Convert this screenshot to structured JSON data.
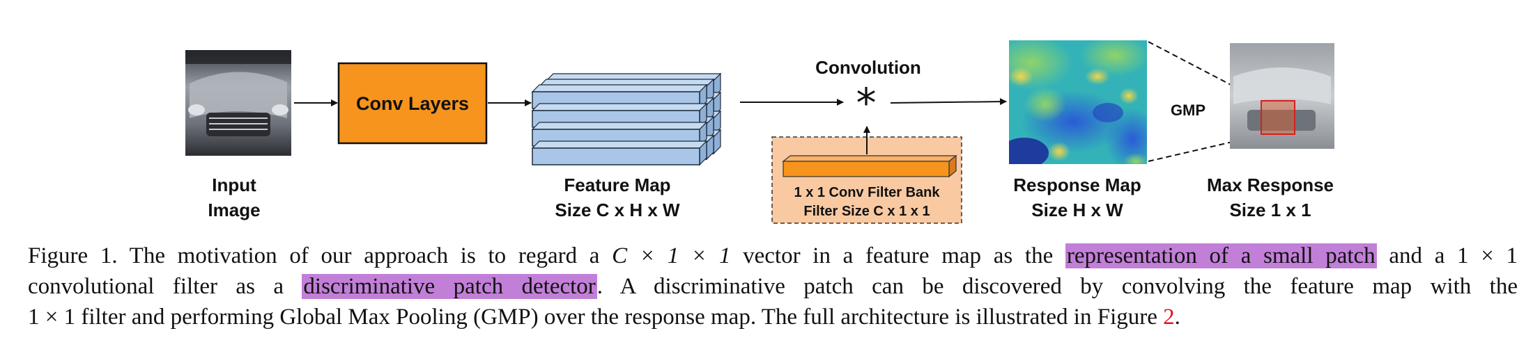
{
  "figure": {
    "input_label": [
      "Input",
      "Image"
    ],
    "conv_layers_label": "Conv Layers",
    "feature_map_label": [
      "Feature Map",
      "Size C x H x W"
    ],
    "convolution_label": "Convolution",
    "convolution_symbol": "*",
    "filter_bank_label": [
      "1 x 1 Conv Filter Bank",
      "Filter Size C x 1 x 1"
    ],
    "gmp_label": "GMP",
    "response_map_label": [
      "Response Map",
      "Size H x W"
    ],
    "max_response_label": [
      "Max Response",
      "Size 1 x 1"
    ],
    "colors": {
      "conv_box": "#f7941d",
      "feature_slab": "#a9c6e8",
      "filter_bank_bg": "#f9c9a2",
      "highlight_patch": "#e0602a",
      "caption_highlight": "#c27fd8",
      "figure_ref": "#e0141e"
    }
  },
  "caption": {
    "line1_pre": "Figure 1. The motivation of our approach is to regard a",
    "line1_math": "C × 1 × 1",
    "line1_mid": "vector in a feature map as the",
    "highlight1": "representation of a small patch",
    "line1_post": "and a 1 × 1",
    "line2_pre": "convolutional filter as a",
    "highlight2": "discriminative patch detector",
    "line2_post": ". A discriminative patch can be discovered by convolving the feature map with the",
    "line3_pre": "1 × 1 filter and performing Global Max Pooling (GMP) over the response map. The full architecture is illustrated in Figure",
    "figure_ref": "2",
    "line3_post": "."
  }
}
